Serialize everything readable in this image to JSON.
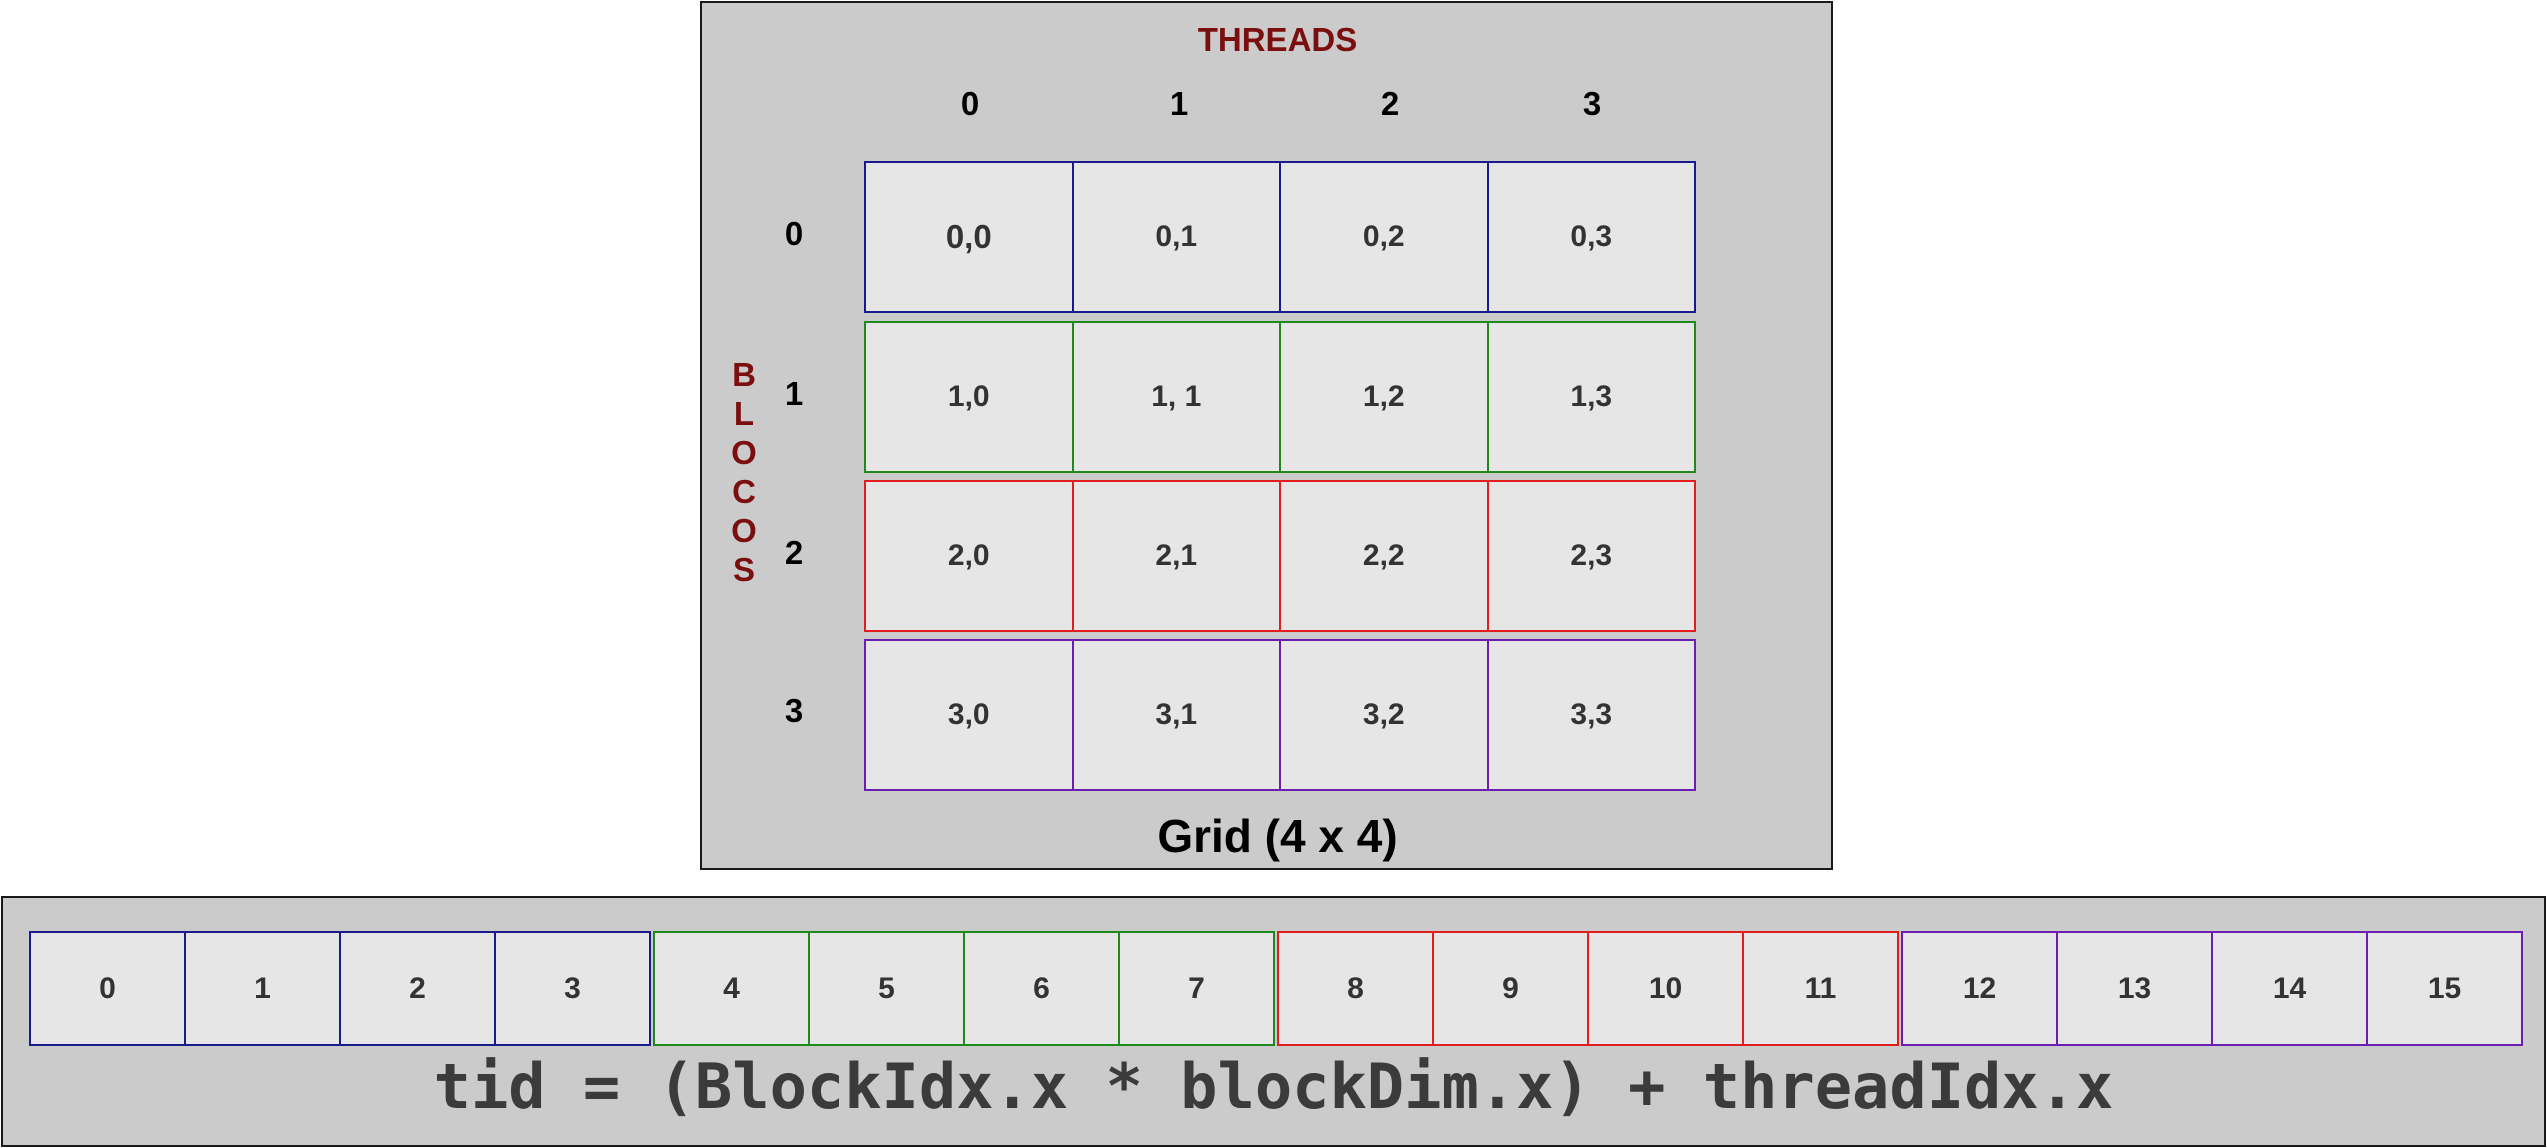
{
  "grid": {
    "threads_label": "THREADS",
    "blocks_label_letters": [
      "B",
      "L",
      "O",
      "C",
      "O",
      "S"
    ],
    "column_headers": [
      "0",
      "1",
      "2",
      "3"
    ],
    "row_headers": [
      "0",
      "1",
      "2",
      "3"
    ],
    "rows": [
      {
        "color": "#1a1a8c",
        "cells": [
          "0,0",
          "0,1",
          "0,2",
          "0,3"
        ]
      },
      {
        "color": "#1e8a1e",
        "cells": [
          "1,0",
          "1, 1",
          "1,2",
          "1,3"
        ]
      },
      {
        "color": "#e11d1d",
        "cells": [
          "2,0",
          "2,1",
          "2,2",
          "2,3"
        ]
      },
      {
        "color": "#6a1fb0",
        "cells": [
          "3,0",
          "3,1",
          "3,2",
          "3,3"
        ]
      }
    ],
    "caption": "Grid (4 x 4)"
  },
  "linear": {
    "cells": [
      "0",
      "1",
      "2",
      "3",
      "4",
      "5",
      "6",
      "7",
      "8",
      "9",
      "10",
      "11",
      "12",
      "13",
      "14",
      "15"
    ],
    "group_colors": [
      "#1a1a8c",
      "#1e8a1e",
      "#e11d1d",
      "#6a1fb0"
    ],
    "formula": "tid = (BlockIdx.x * blockDim.x) + threadIdx.x"
  }
}
